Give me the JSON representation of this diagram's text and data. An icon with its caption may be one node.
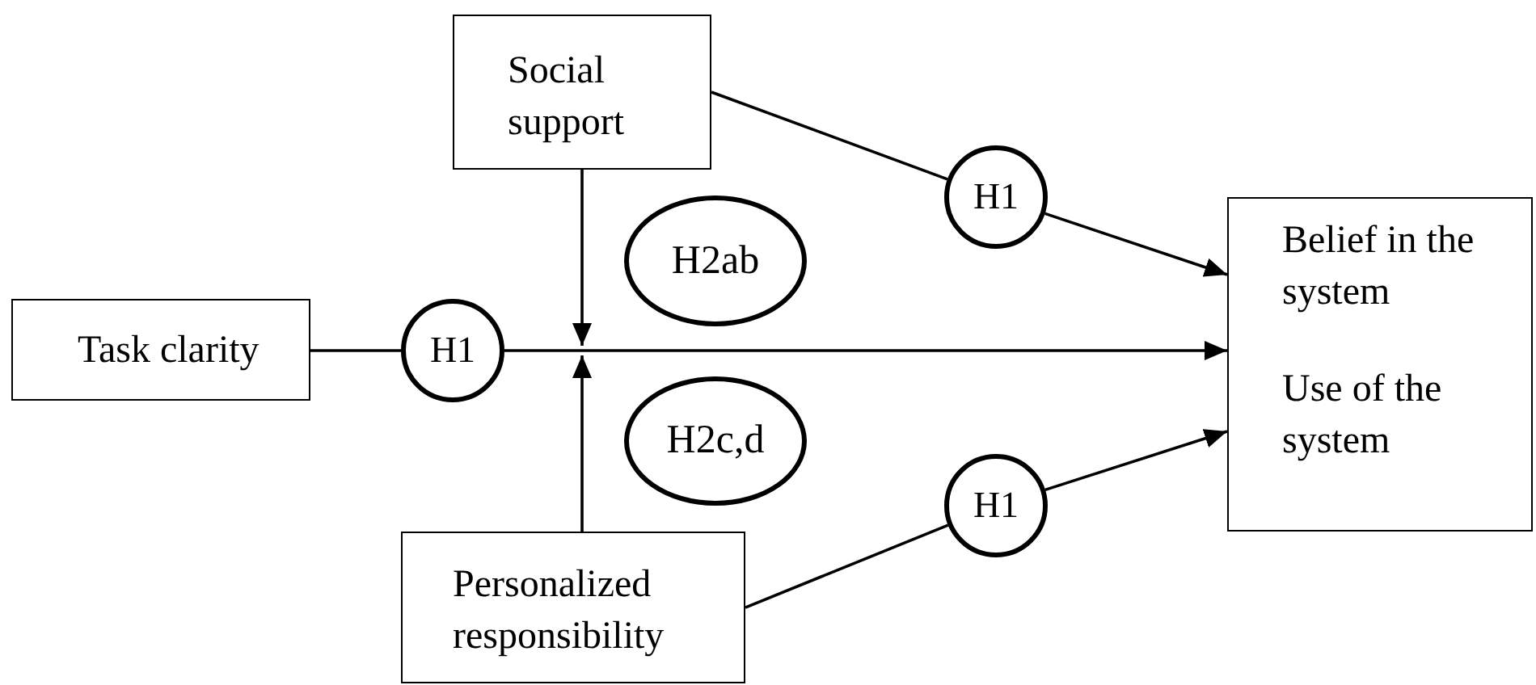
{
  "diagram": {
    "nodes": [
      {
        "text": [
          "Social support"
        ]
      },
      {
        "text": [
          "Belief in the system",
          "Use of the system"
        ]
      },
      {
        "text": [
          "Task clarity"
        ]
      },
      {
        "text": [
          "H1"
        ]
      },
      {
        "text": [
          "H1"
        ]
      },
      {
        "text": [
          "H2ab"
        ]
      },
      {
        "text": [
          "H2c,d"
        ]
      },
      {
        "text": [
          "Personalized responsibility"
        ]
      },
      {
        "text": [
          "H1"
        ]
      }
    ],
    "edges": [
      {
        "from": 2,
        "to": 3,
        "arrow": "none"
      },
      {
        "from": 3,
        "to": 1,
        "arrow": "to"
      },
      {
        "from": 0,
        "to": null,
        "arrow": "to"
      },
      {
        "from": 7,
        "to": null,
        "arrow": "to"
      },
      {
        "from": 0,
        "to": 4,
        "arrow": "none"
      },
      {
        "from": 4,
        "to": 1,
        "arrow": "to"
      },
      {
        "from": 7,
        "to": 8,
        "arrow": "none"
      },
      {
        "from": 8,
        "to": 1,
        "arrow": "to"
      }
    ]
  }
}
